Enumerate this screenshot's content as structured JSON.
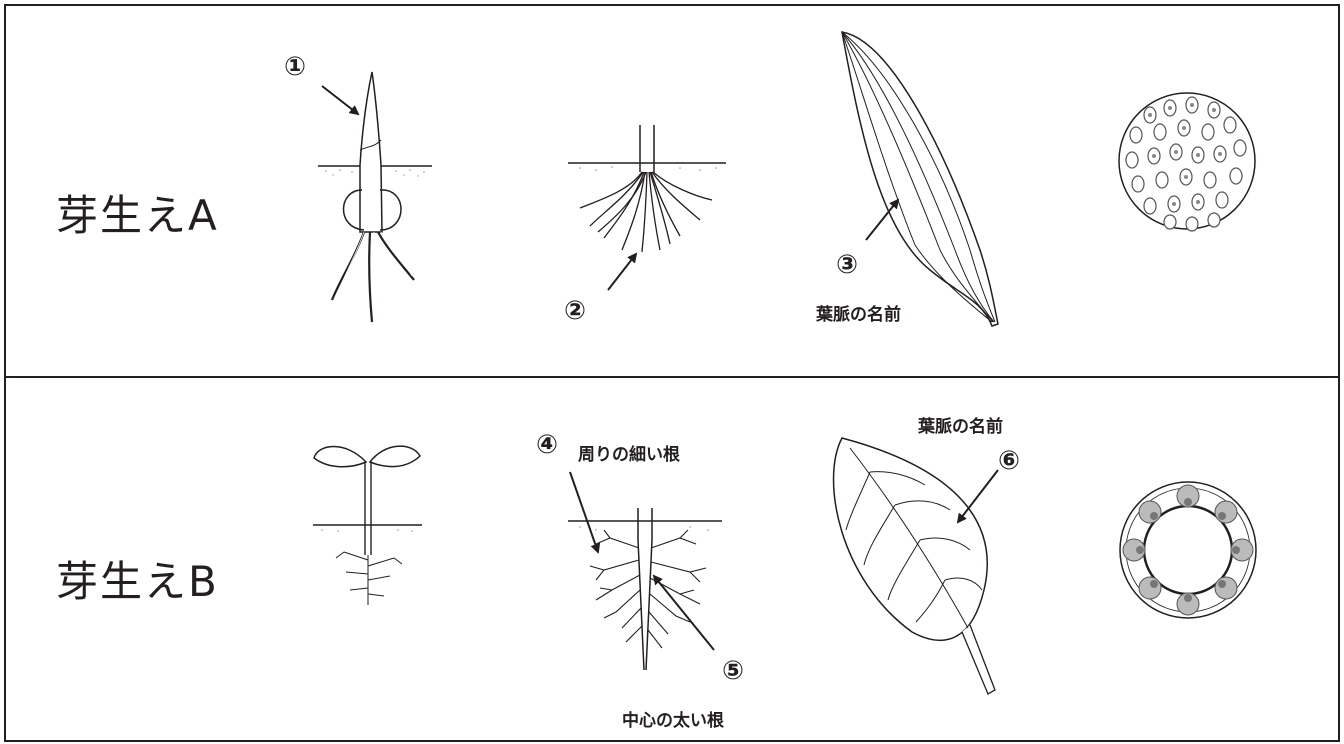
{
  "rows": {
    "a": {
      "label": "芽生えA"
    },
    "b": {
      "label": "芽生えB"
    }
  },
  "markers": {
    "m1": "①",
    "m2": "②",
    "m3": "③",
    "m4": "④",
    "m5": "⑤",
    "m6": "⑥"
  },
  "captions": {
    "vein_name_a": "葉脈の名前",
    "vein_name_b": "葉脈の名前",
    "fine_roots": "周りの細い根",
    "main_root": "中心の太い根"
  }
}
